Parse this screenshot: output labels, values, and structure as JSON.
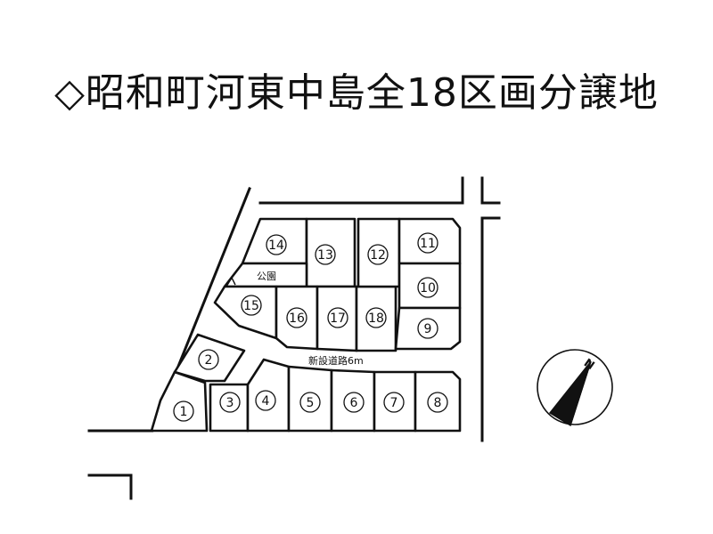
{
  "title": "◇昭和町河東中島全18区画分譲地",
  "labels": {
    "park": "公園",
    "new_road": "新設道路6m",
    "north": "N"
  },
  "lots": [
    "1",
    "2",
    "3",
    "4",
    "5",
    "6",
    "7",
    "8",
    "9",
    "10",
    "11",
    "12",
    "13",
    "14",
    "15",
    "16",
    "17",
    "18"
  ]
}
